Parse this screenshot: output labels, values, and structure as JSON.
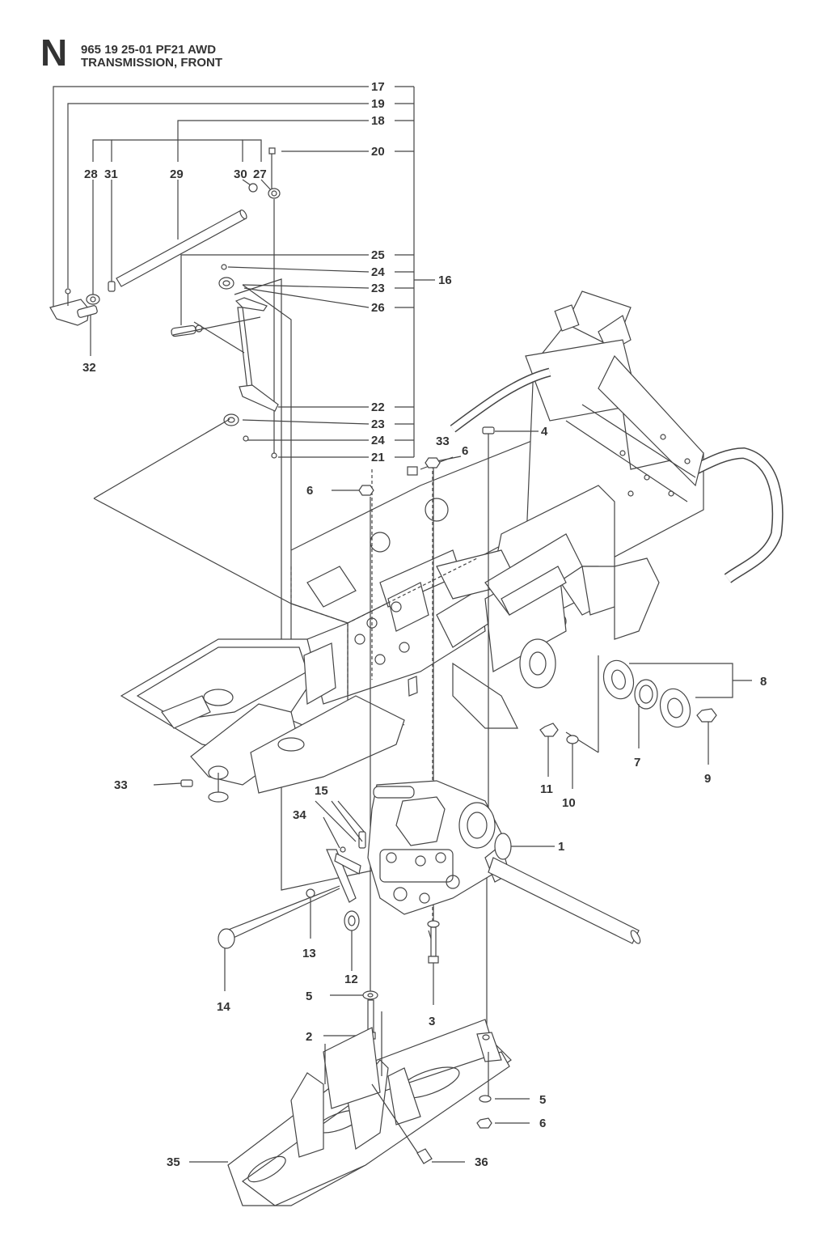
{
  "header": {
    "section_letter": "N",
    "part_line": "965 19 25-01 PF21 AWD",
    "title": "TRANSMISSION, FRONT"
  },
  "callouts": {
    "n1": "1",
    "n2": "2",
    "n3": "3",
    "n4": "4",
    "n5a": "5",
    "n5b": "5",
    "n6a": "6",
    "n6b": "6",
    "n6c": "6",
    "n7": "7",
    "n8": "8",
    "n9": "9",
    "n10": "10",
    "n11": "11",
    "n12": "12",
    "n13": "13",
    "n14": "14",
    "n15": "15",
    "n16": "16",
    "n17": "17",
    "n18": "18",
    "n19": "19",
    "n20": "20",
    "n21": "21",
    "n22": "22",
    "n23a": "23",
    "n23b": "23",
    "n24a": "24",
    "n24b": "24",
    "n25": "25",
    "n26": "26",
    "n27": "27",
    "n28": "28",
    "n29": "29",
    "n30": "30",
    "n31": "31",
    "n32": "32",
    "n33a": "33",
    "n33b": "33",
    "n34": "34",
    "n35": "35",
    "n36": "36"
  },
  "colors": {
    "ink": "#333333",
    "line": "#444444",
    "paper": "#ffffff",
    "shade": "#dddddd"
  }
}
